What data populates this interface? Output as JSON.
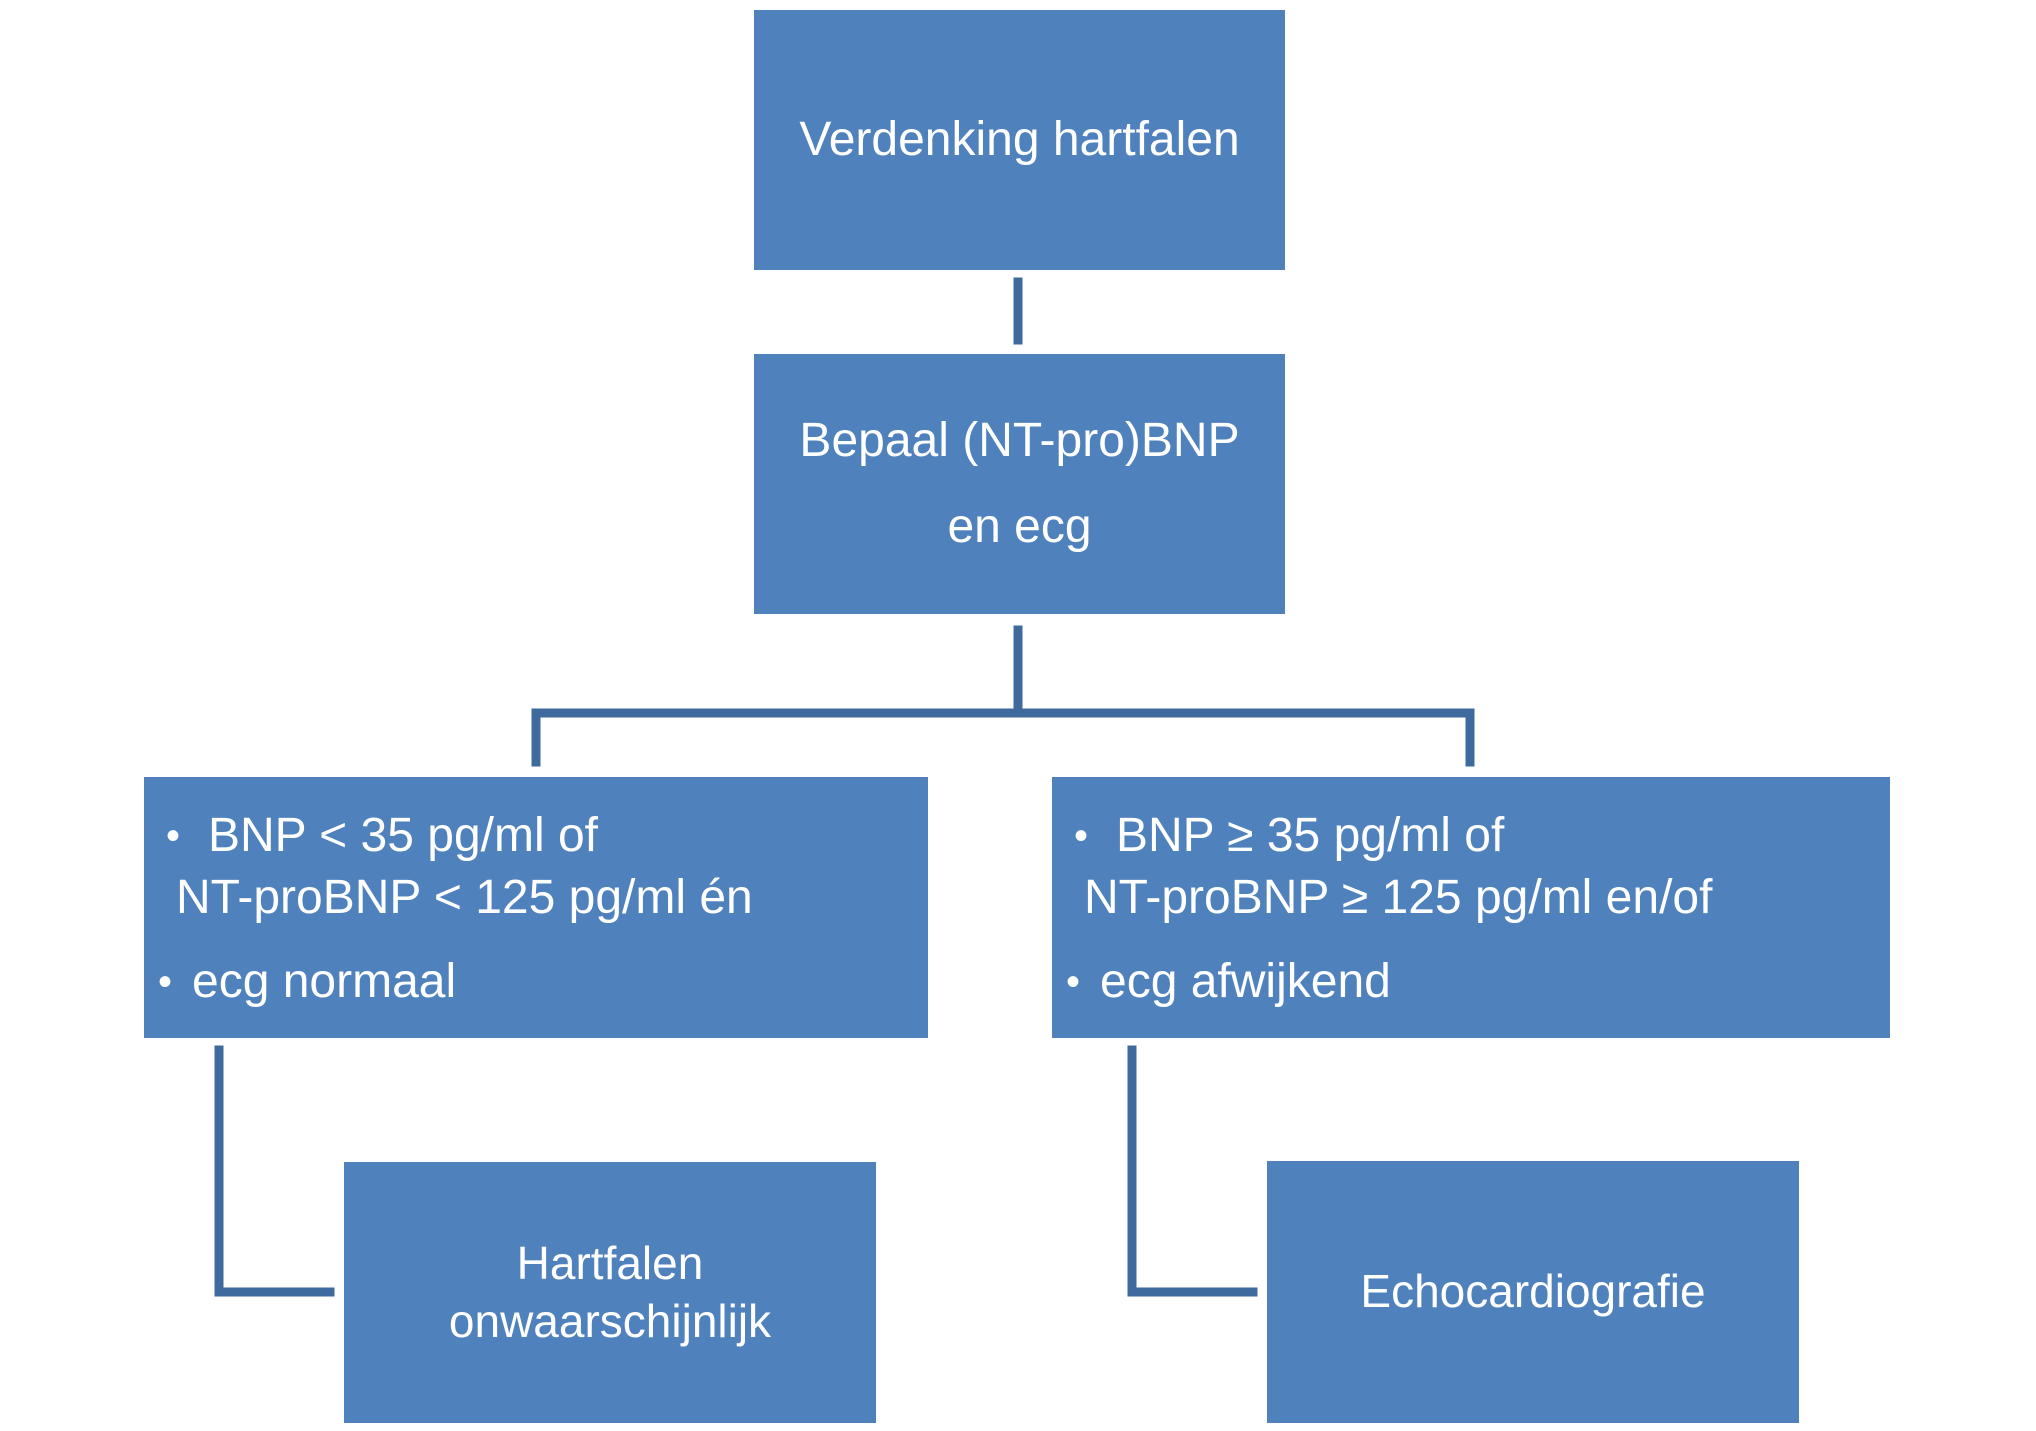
{
  "colors": {
    "box_fill": "#4f81bd",
    "connector": "#3f6a9e",
    "text": "#ffffff"
  },
  "nodes": {
    "suspicion": {
      "text": "Verdenking hartfalen"
    },
    "measure": {
      "line1": "Bepaal (NT-pro)BNP",
      "line2": "en ecg"
    },
    "low": {
      "bullet1_line1": "BNP < 35 pg/ml of",
      "bullet1_line2": "NT-proBNP < 125 pg/ml én",
      "bullet2": "ecg normaal"
    },
    "high": {
      "bullet1_line1": "BNP ≥ 35 pg/ml of",
      "bullet1_line2": "NT-proBNP ≥ 125 pg/ml en/of",
      "bullet2": "ecg afwijkend"
    },
    "unlikely": {
      "line1": "Hartfalen",
      "line2": "onwaarschijnlijk"
    },
    "echo": {
      "text": "Echocardiografie"
    }
  },
  "bullet_glyph": "•"
}
